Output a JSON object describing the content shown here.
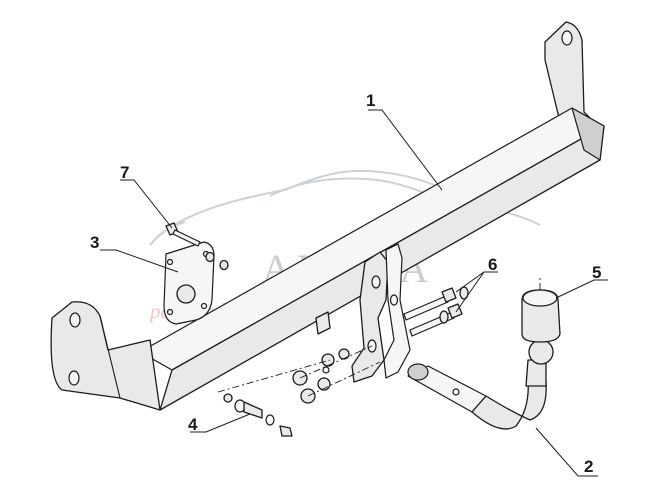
{
  "watermark": {
    "brand": "АНАКА",
    "tagline": "park and travel"
  },
  "callouts": [
    {
      "id": "1",
      "label": "1"
    },
    {
      "id": "2",
      "label": "2"
    },
    {
      "id": "3",
      "label": "3"
    },
    {
      "id": "4",
      "label": "4"
    },
    {
      "id": "5",
      "label": "5"
    },
    {
      "id": "6",
      "label": "6"
    },
    {
      "id": "7",
      "label": "7"
    }
  ],
  "colors": {
    "line": "#1c1c1c",
    "fill": "#e9e9e9",
    "watermark_grey": "#c9ced3",
    "watermark_pink": "#f2c7c3"
  }
}
